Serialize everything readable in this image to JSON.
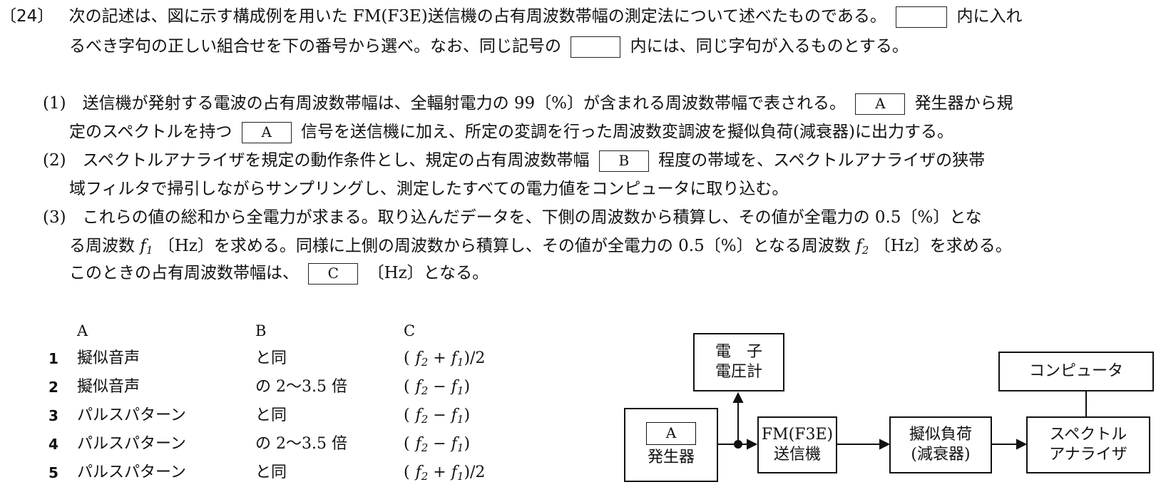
{
  "question": {
    "number": "〔24〕",
    "intro_line1": "次の記述は、図に示す構成例を用いた FM(F3E)送信機の占有周波数帯幅の測定法について述べたものである。",
    "intro_line1_tail": "内に入れ",
    "intro_line2_a": "るべき字句の正しい組合せを下の番号から選べ。なお、同じ記号の",
    "intro_line2_b": "内には、同じ字句が入るものとする。"
  },
  "items": {
    "i1_l1a": "(1)　送信機が発射する電波の占有周波数帯幅は、全輻射電力の 99〔%〕が含まれる周波数帯幅で表される。",
    "i1_l1b": "発生器から規",
    "i1_l2a": "定のスペクトルを持つ",
    "i1_l2b": "信号を送信機に加え、所定の変調を行った周波数変調波を擬似負荷(減衰器)に出力する。",
    "i2_l1a": "(2)　スペクトルアナライザを規定の動作条件とし、規定の占有周波数帯幅",
    "i2_l1b": "程度の帯域を、スペクトルアナライザの狭帯",
    "i2_l2": "域フィルタで掃引しながらサンプリングし、測定したすべての電力値をコンピュータに取り込む。",
    "i3_l1": "(3)　これらの値の総和から全電力が求まる。取り込んだデータを、下側の周波数から積算し、その値が全電力の 0.5〔%〕とな",
    "i3_l2a": "る周波数",
    "i3_l2b": "〔Hz〕を求める。同様に上側の周波数から積算し、その値が全電力の 0.5〔%〕となる周波数",
    "i3_l2c": "〔Hz〕を求める。",
    "i3_l3a": "このときの占有周波数帯幅は、",
    "i3_l3b": "〔Hz〕となる。",
    "f1_main": "f",
    "f1_sub": "1",
    "f2_main": "f",
    "f2_sub": "2"
  },
  "blanks": {
    "A": "A",
    "B": "B",
    "C": "C"
  },
  "options": {
    "headers": [
      "A",
      "B",
      "C"
    ],
    "rows": [
      {
        "num": "1",
        "a": "擬似音声",
        "b": "と同",
        "c_op": "+",
        "c_tail": ")/2"
      },
      {
        "num": "2",
        "a": "擬似音声",
        "b": "の 2〜3.5 倍",
        "c_op": "−",
        "c_tail": ")"
      },
      {
        "num": "3",
        "a": "パルスパターン",
        "b": "と同",
        "c_op": "−",
        "c_tail": ")"
      },
      {
        "num": "4",
        "a": "パルスパターン",
        "b": "の 2〜3.5 倍",
        "c_op": "−",
        "c_tail": ")"
      },
      {
        "num": "5",
        "a": "パルスパターン",
        "b": "と同",
        "c_op": "+",
        "c_tail": ")/2"
      }
    ]
  },
  "diagram": {
    "voltmeter_l1": "電　子",
    "voltmeter_l2": "電圧計",
    "generator_label": "A",
    "generator_text": "発生器",
    "transmitter_l1": "FM(F3E)",
    "transmitter_l2": "送信機",
    "load_l1": "擬似負荷",
    "load_l2": "(減衰器)",
    "computer": "コンピュータ",
    "analyzer_l1": "スペクトル",
    "analyzer_l2": "アナライザ"
  }
}
